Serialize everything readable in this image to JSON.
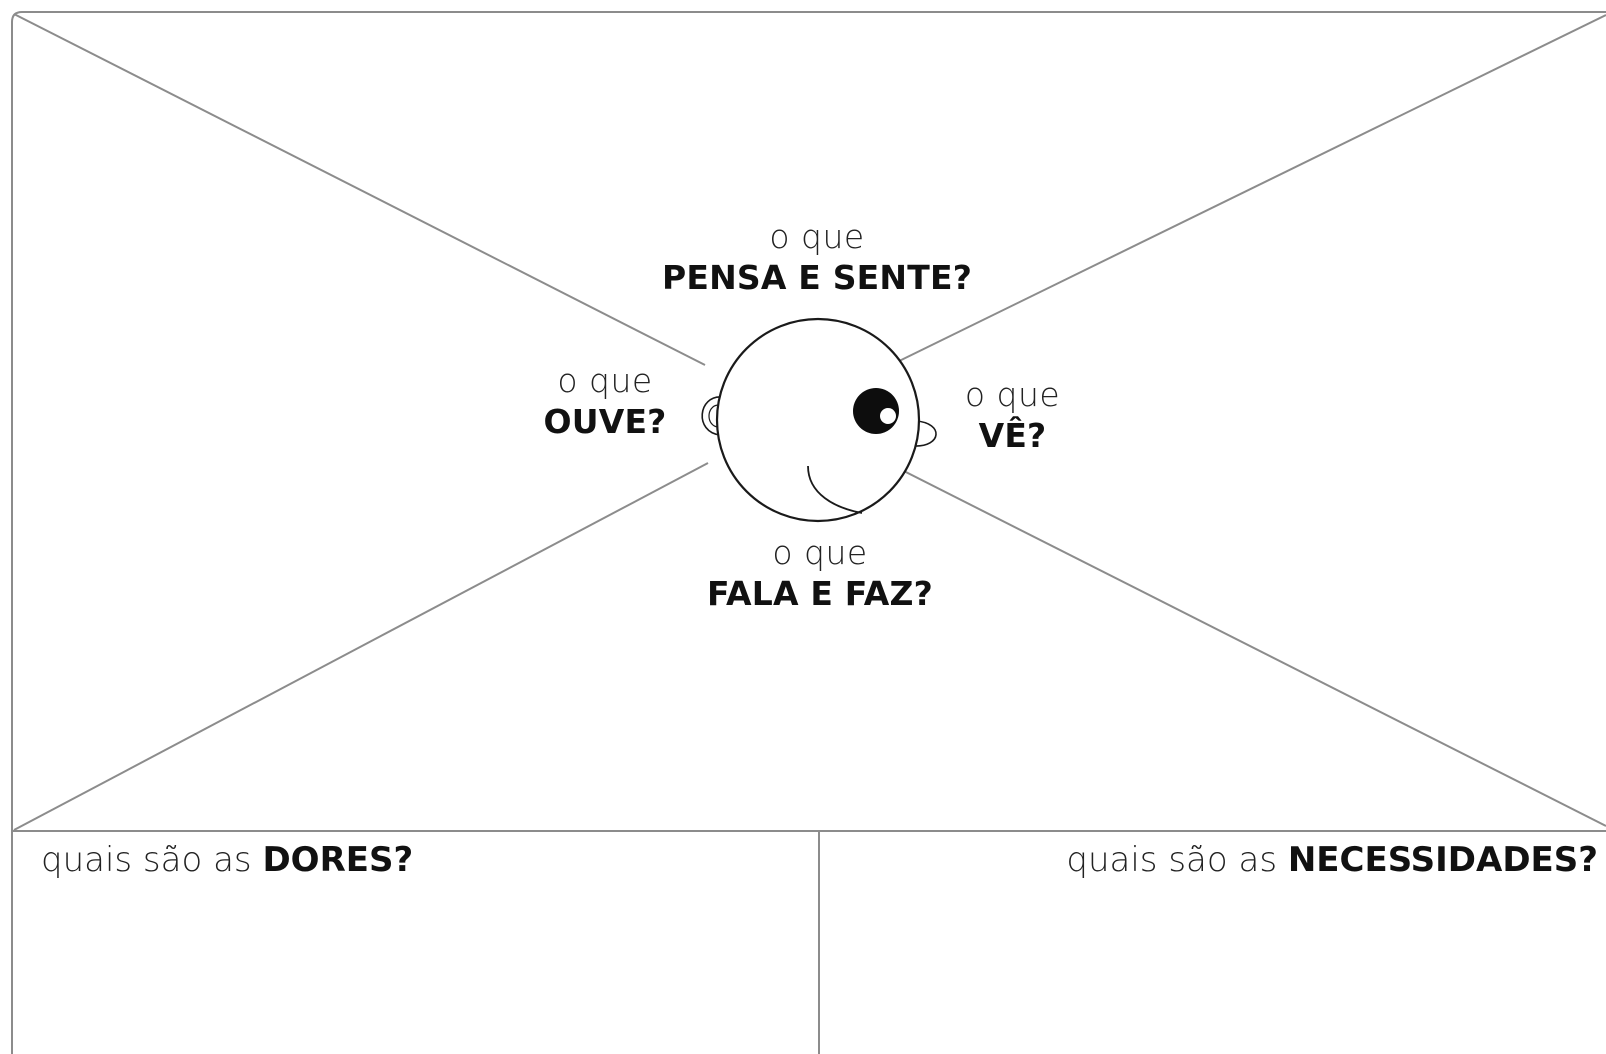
{
  "empathy_map": {
    "think_feel": {
      "prefix": "o que",
      "question": "PENSA E SENTE?"
    },
    "hear": {
      "prefix": "o que",
      "question": "OUVE?"
    },
    "see": {
      "prefix": "o que",
      "question": "VÊ?"
    },
    "say_do": {
      "prefix": "o que",
      "question": "FALA E FAZ?"
    }
  },
  "bottom": {
    "pains": {
      "prefix": "quais são as",
      "question": "DORES?"
    },
    "needs": {
      "prefix": "quais são as",
      "question": "NECESSIDADES?"
    }
  },
  "colors": {
    "line": "#8c8c8c",
    "stroke": "#1a1a1a",
    "text": "#111111"
  },
  "icons": {
    "center": "face-icon"
  }
}
